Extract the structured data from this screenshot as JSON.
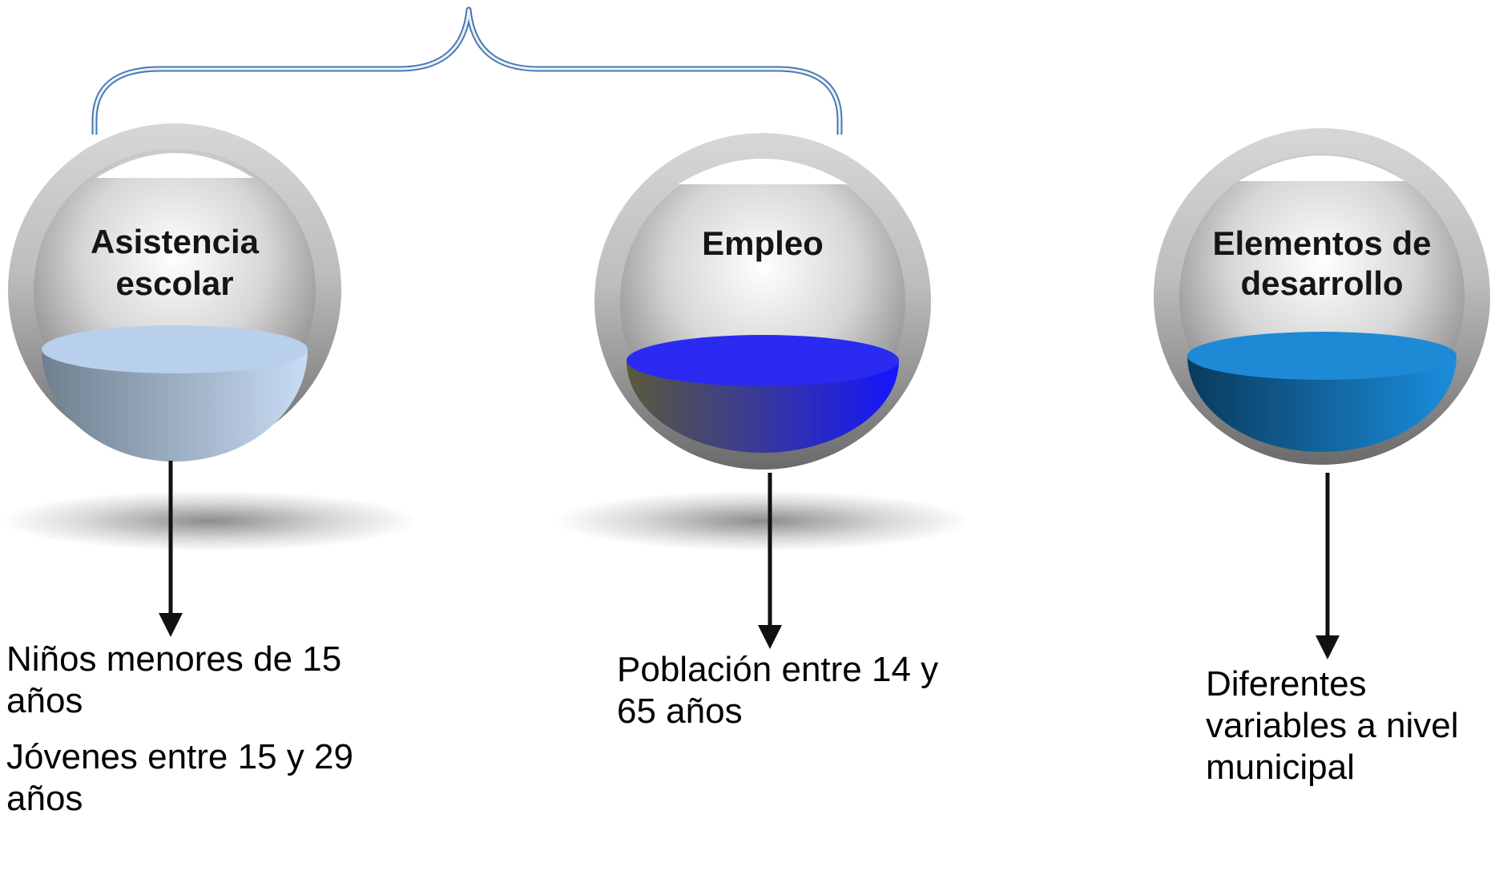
{
  "nodes": [
    {
      "title": [
        "Asistencia",
        "escolar"
      ],
      "liquid": {
        "dark": "#6f7f8f",
        "light": "#c8dcf4",
        "top": "#b8d0ec"
      },
      "descriptions": [
        "Niños menores de 15 años",
        "Jóvenes entre 15 y 29 años"
      ]
    },
    {
      "title": [
        "Empleo"
      ],
      "liquid": {
        "dark": "#5a5a3a",
        "light": "#1515ff",
        "top": "#2a2af0"
      },
      "descriptions": [
        "Población entre 14 y 65 años"
      ]
    },
    {
      "title": [
        "Elementos de",
        "desarrollo"
      ],
      "liquid": {
        "dark": "#0a3a5c",
        "light": "#1a8ede",
        "top": "#1e8ad6"
      },
      "descriptions": [
        "Diferentes variables a nivel municipal"
      ]
    }
  ],
  "colors": {
    "brace": "#4a78b0",
    "ring_dark": "#6e6e6e",
    "ring_light": "#e9e9e9",
    "arrow": "#111111"
  }
}
